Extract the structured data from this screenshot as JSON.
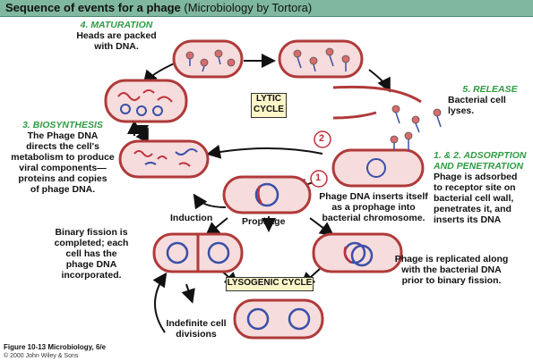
{
  "header": {
    "title_bold": "Sequence of events for a phage",
    "title_rest": "(Microbiology by Tortora)"
  },
  "stages": {
    "maturation": {
      "heading": "4. MATURATION",
      "text": "Heads are packed\nwith DNA."
    },
    "release": {
      "heading": "5. RELEASE",
      "text": "Bacterial cell lyses."
    },
    "biosynthesis": {
      "heading": "3. BIOSYNTHESIS",
      "text": "The Phage DNA\ndirects the cell's\nmetabolism to produce\nviral components—\nproteins and copies\nof phage DNA."
    },
    "adsorption": {
      "heading": "1. & 2. ADSORPTION\nAND PENETRATION",
      "text": "Phage is adsorbed\nto receptor site on\nbacterial cell wall,\npenetrates it, and\ninserts its DNA"
    }
  },
  "cycles": {
    "lytic": "LYTIC\nCYCLE",
    "lysogenic": "LYSOGENIC CYCLE"
  },
  "notes": {
    "prophage_insert": "Phage DNA inserts itself\nas a prophage into\nbacterial chromosome.",
    "binary_fission": "Binary fission is\ncompleted; each\ncell has the\nphage DNA\nincorporated.",
    "replicated": "Phage is replicated along\nwith the bacterial DNA\nprior to binary fission.",
    "induction": "Induction",
    "prophage": "Prophage",
    "indefinite": "Indefinite cell\ndivisions"
  },
  "markers": {
    "one": "1",
    "two": "2"
  },
  "caption": {
    "figure": "Figure 10-13  Microbiology, 6/e",
    "copyright": "© 2000 John Wiley & Sons"
  },
  "colors": {
    "cell_fill": "#f6dcdc",
    "cell_stroke": "#b03a3a",
    "dna_blue": "#3a4fa8",
    "dna_red": "#c0303a",
    "accent_green": "#2e9c44",
    "marker_red": "#c0303a"
  }
}
